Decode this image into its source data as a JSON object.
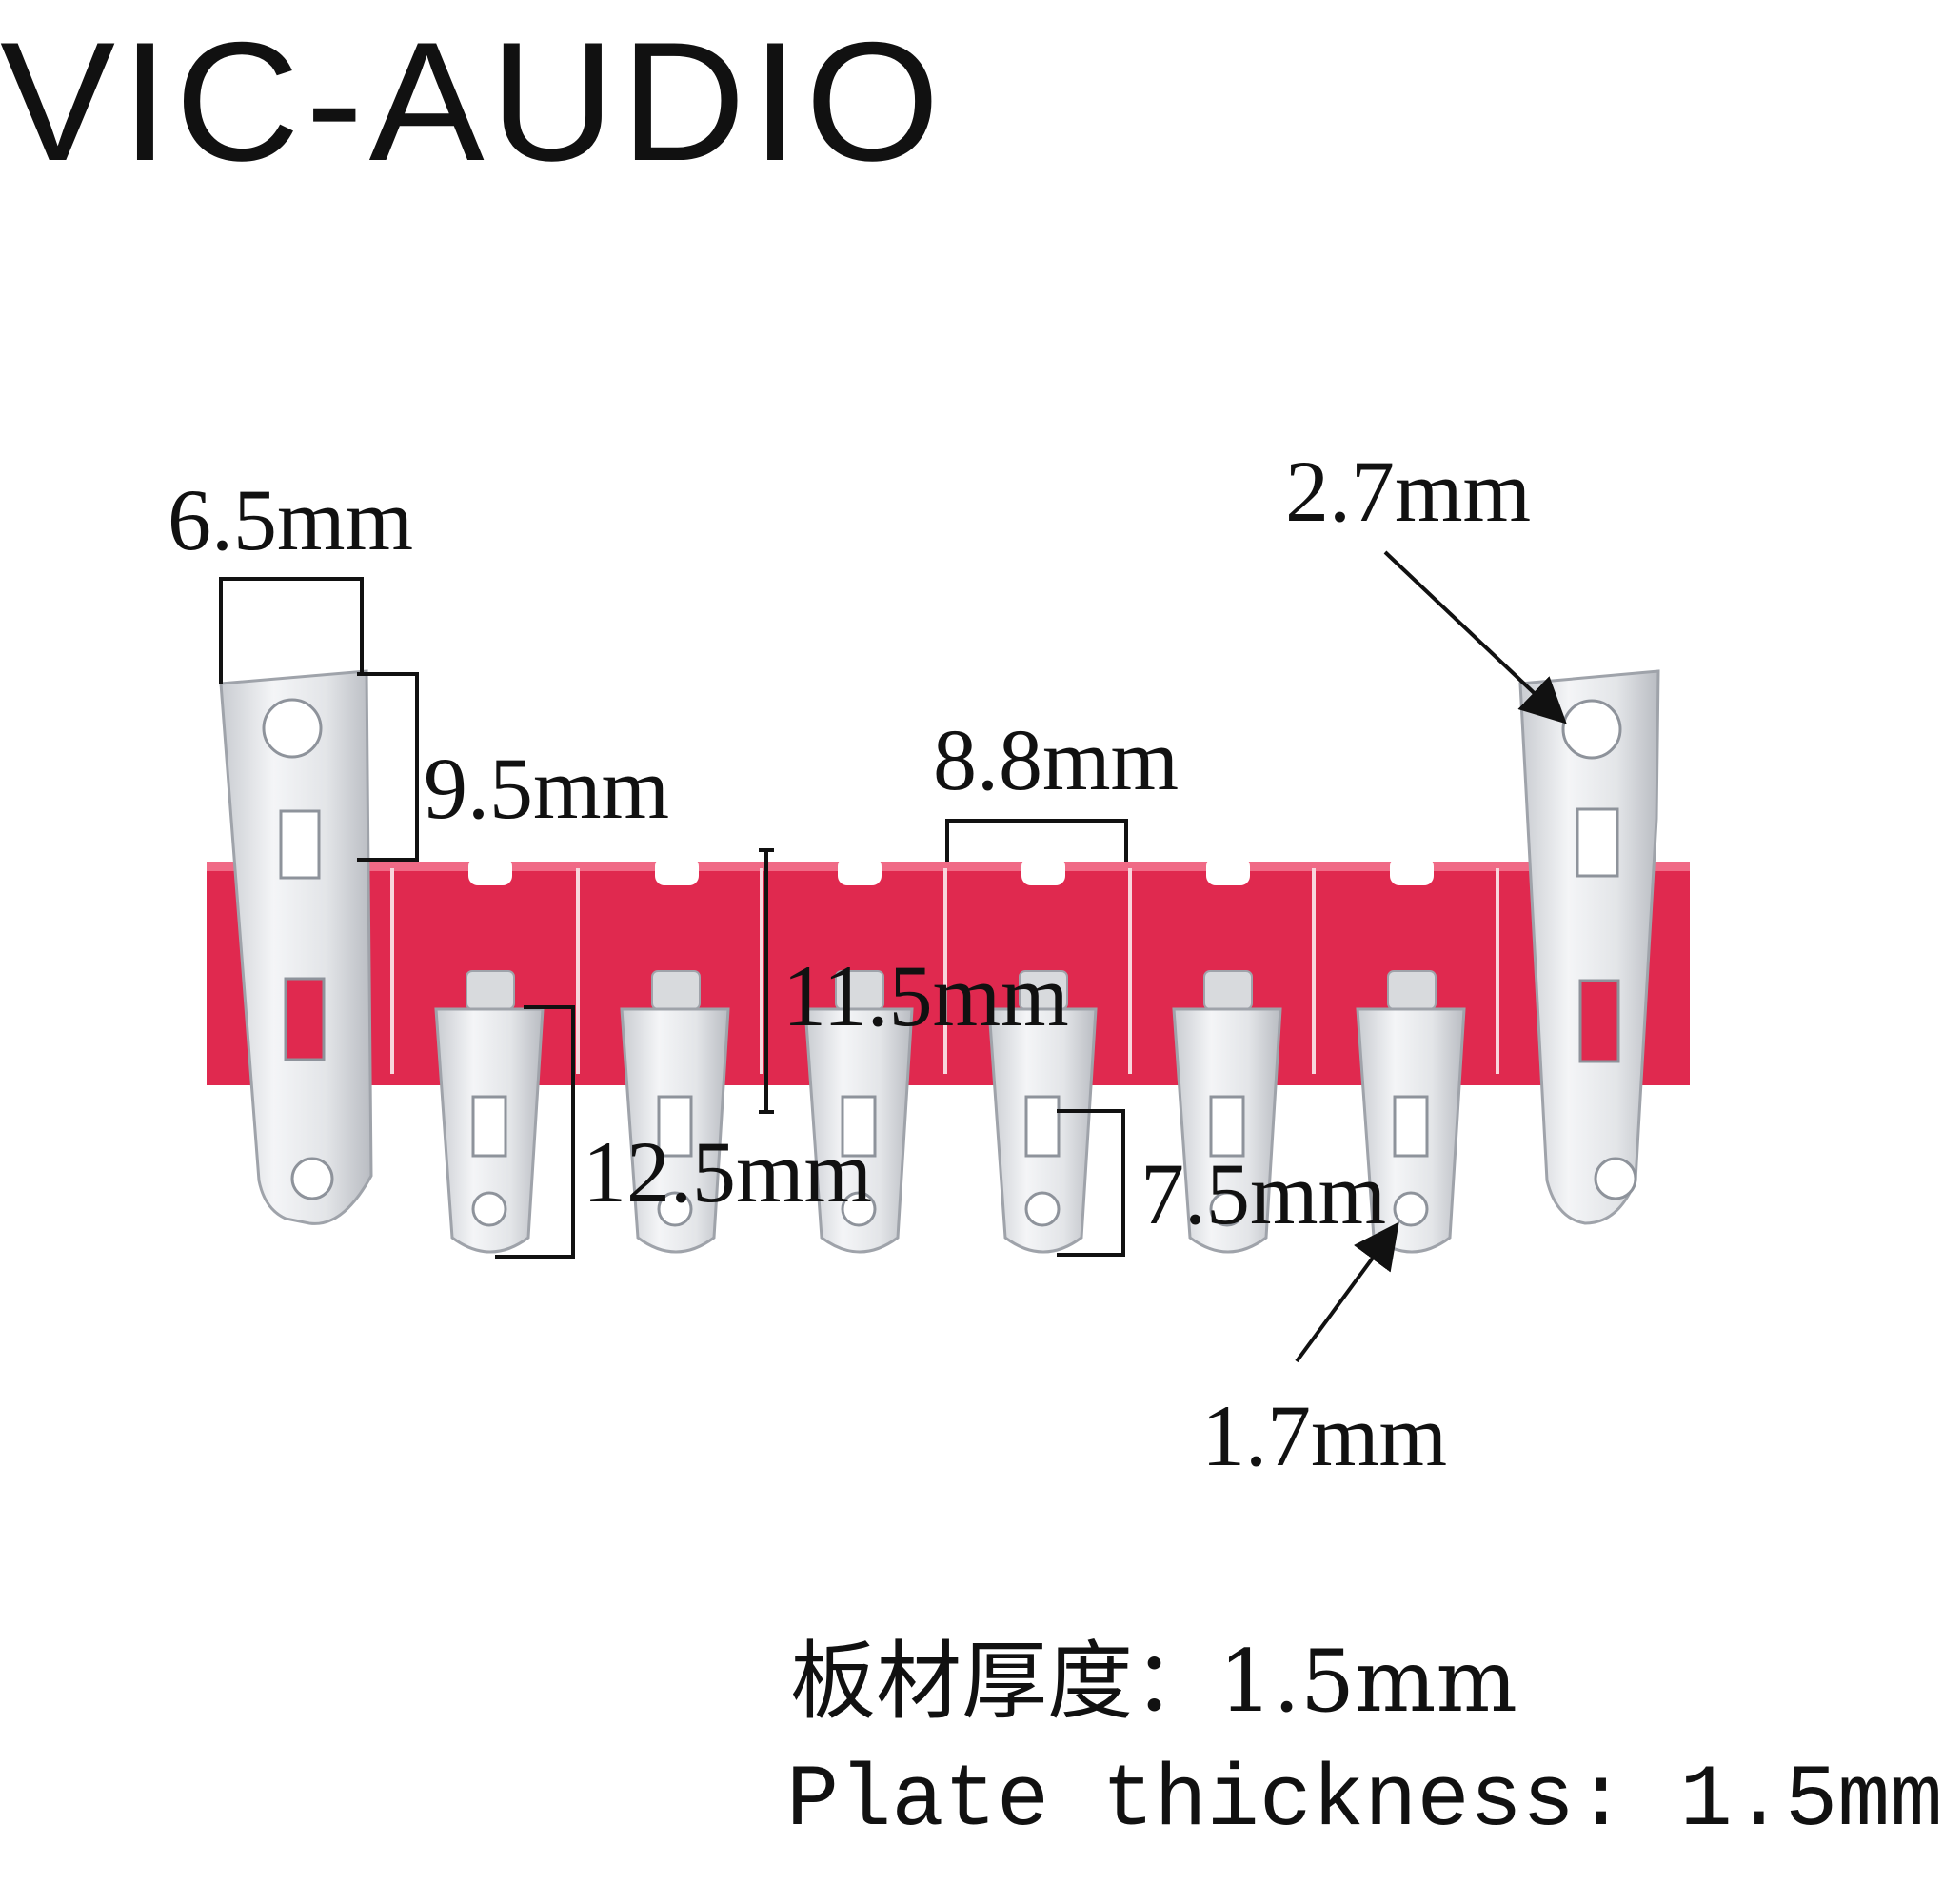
{
  "brand": {
    "logo_text": "VIC-AUDIO"
  },
  "dimensions": {
    "tab_width": "6.5mm",
    "hole_to_slot": "9.5mm",
    "pitch": "8.8mm",
    "strip_height": "11.5mm",
    "small_tab_length": "12.5mm",
    "tab_overhang": "7.5mm",
    "large_hole": "2.7mm",
    "small_hole": "1.7mm"
  },
  "notes": {
    "thickness_cn": "板材厚度：1.5mm",
    "thickness_en": "Plate thickness: 1.5mm"
  },
  "colors": {
    "strip": "#e0294f",
    "strip_line": "#f8d6dd",
    "metal": "#e6e7ea",
    "metal_edge": "#9fa3aa",
    "ink": "#111111"
  }
}
